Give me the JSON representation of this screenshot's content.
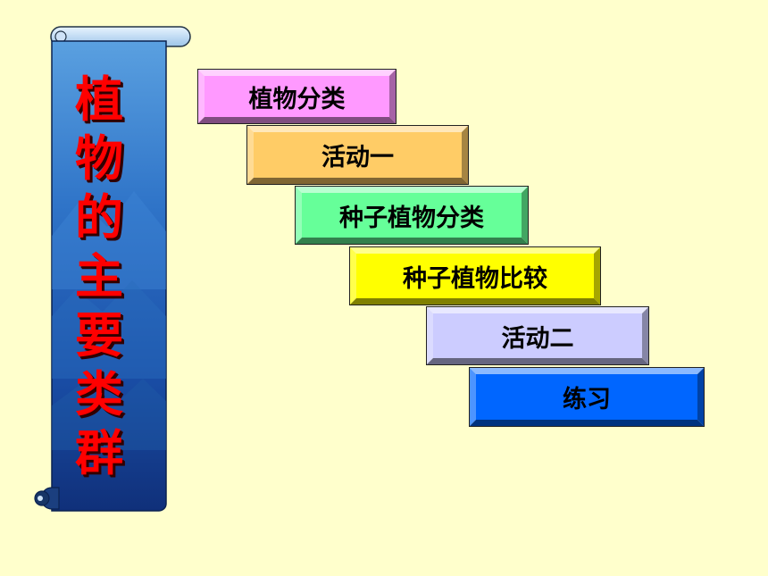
{
  "banner": {
    "title_chars": [
      "植",
      "物",
      "的",
      "主",
      "要",
      "类",
      "群"
    ],
    "title_color": "#ff0000",
    "background_color": "#1a4fa8"
  },
  "steps": [
    {
      "label": "植物分类",
      "color": "#ff99ff"
    },
    {
      "label": "活动一",
      "color": "#ffcc66"
    },
    {
      "label": "种子植物分类",
      "color": "#66ff99"
    },
    {
      "label": "种子植物比较",
      "color": "#ffff00"
    },
    {
      "label": "活动二",
      "color": "#ccccff"
    },
    {
      "label": "练习",
      "color": "#0066ff"
    }
  ]
}
